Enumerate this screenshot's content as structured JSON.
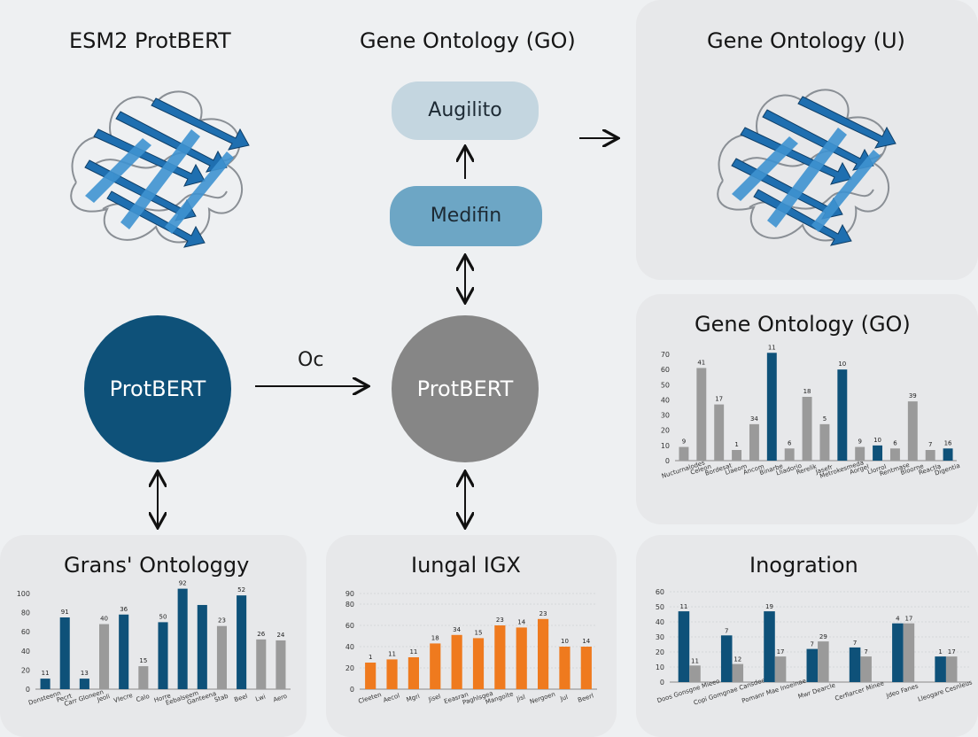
{
  "titles": {
    "esm2": "ESM2 ProtBERT",
    "go_center": "Gene Ontology (GO)",
    "go_right": "Gene Ontology (U)"
  },
  "nodes": {
    "augilito": "Augilito",
    "medifin": "Medifin",
    "protbert_left": "ProtBERT",
    "protbert_center": "ProtBERT"
  },
  "edges": {
    "oc_label": "Oc"
  },
  "colors": {
    "navy": "#0e5179",
    "gray_bar": "#9a9a9a",
    "orange": "#ef7a1e",
    "circle_gray": "#868686",
    "pill_light": "#c4d6e0",
    "pill_mid": "#6da6c5",
    "protein_blue": "#1f6fb0"
  },
  "chart_data": [
    {
      "id": "go_chart",
      "type": "bar",
      "title": "Gene Ontology (GO)",
      "ylim": [
        0,
        70
      ],
      "yticks": [
        0,
        10,
        20,
        30,
        40,
        50,
        60,
        70
      ],
      "categories": [
        "Nucturnalodes",
        "Celeon",
        "Bordesat",
        "Llaeom",
        "Ancom",
        "Binarbe",
        "Lliadorio",
        "Rerelik",
        "Jasefr",
        "Metrokesmeda",
        "Aorgel",
        "Llorrol",
        "Rentmase",
        "Bloorne",
        "Reactla",
        "Digentia"
      ],
      "values": [
        9,
        61,
        37,
        7,
        24,
        71,
        8,
        42,
        24,
        60,
        9,
        10,
        8,
        39,
        7,
        8
      ],
      "colors": [
        "gray",
        "gray",
        "gray",
        "gray",
        "gray",
        "navy",
        "gray",
        "gray",
        "gray",
        "navy",
        "gray",
        "navy",
        "gray",
        "gray",
        "gray",
        "navy"
      ],
      "labels": [
        "9",
        "41",
        "17",
        "1",
        "34",
        "11",
        "6",
        "18",
        "5",
        "10",
        "9",
        "10",
        "6",
        "39",
        "7",
        "16"
      ]
    },
    {
      "id": "grans_chart",
      "type": "bar",
      "title": "Grans' Ontologgy",
      "ylim": [
        0,
        100
      ],
      "yticks": [
        0,
        20,
        40,
        60,
        80,
        100
      ],
      "categories": [
        "Donsteenn",
        "Pecrt",
        "Carr Gloneen",
        "Jeoli",
        "Vlecre",
        "Calo",
        "Horre",
        "Eebalseem",
        "Ganteena",
        "Stab",
        "Beel",
        "Lwi",
        "Aero"
      ],
      "values": [
        11,
        75,
        11,
        68,
        78,
        24,
        70,
        105,
        88,
        66,
        98,
        52,
        51
      ],
      "colors": [
        "navy",
        "navy",
        "navy",
        "gray",
        "navy",
        "gray",
        "navy",
        "navy",
        "navy",
        "gray",
        "navy",
        "gray",
        "gray"
      ],
      "labels": [
        "11",
        "91",
        "13",
        "40",
        "36",
        "15",
        "50",
        "92",
        "",
        "23",
        "52",
        "26",
        "24"
      ]
    },
    {
      "id": "iungal_chart",
      "type": "bar",
      "title": "Iungal IGX",
      "ylim": [
        0,
        90
      ],
      "yticks": [
        0,
        20,
        40,
        60,
        80,
        90
      ],
      "categories": [
        "Cleeten",
        "Aecol",
        "Mgri",
        "Jisel",
        "Eeasran",
        "Paghlsgea",
        "Mangoite",
        "Jisl",
        "Nergoen",
        "Jul",
        "Beerl"
      ],
      "values": [
        25,
        28,
        30,
        43,
        51,
        48,
        60,
        58,
        66,
        40,
        40
      ],
      "labels": [
        "1",
        "11",
        "11",
        "18",
        "34",
        "15",
        "23",
        "14",
        "23",
        "10",
        "14"
      ]
    },
    {
      "id": "inogration_chart",
      "type": "grouped_bar",
      "title": "Inogration",
      "ylim": [
        0,
        60
      ],
      "yticks": [
        0,
        10,
        20,
        30,
        40,
        50,
        60
      ],
      "categories": [
        "Doos Gonsgne Mieeo",
        "Copi Gomgnae Cansdeeo",
        "Pomanr Mae Inoeinae",
        "Mwr Dearcle",
        "Cerfiarcer Minee",
        "Jdeo Fanes",
        "Lleogare Cesnleus"
      ],
      "series": [
        {
          "color": "navy",
          "values": [
            47,
            31,
            47,
            22,
            23,
            39,
            17
          ],
          "labels": [
            "11",
            "7",
            "19",
            "7",
            "7",
            "4",
            "1"
          ]
        },
        {
          "color": "gray",
          "values": [
            11,
            12,
            17,
            27,
            17,
            39,
            17
          ],
          "labels": [
            "11",
            "12",
            "17",
            "29",
            "7",
            "17",
            "17"
          ]
        }
      ]
    }
  ]
}
